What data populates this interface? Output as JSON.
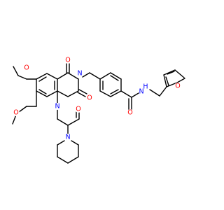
{
  "colors": {
    "carbon": "#000000",
    "oxygen": "#ff0000",
    "nitrogen": "#0000ff",
    "background": "#ffffff"
  },
  "labels": {
    "O_top_left_methoxy": "O",
    "O_bottom_left_methoxy": "O",
    "O_quinazoline_c4": "O",
    "O_quinazoline_c2": "O",
    "O_amide_acetyl": "O",
    "O_benzamide": "O",
    "O_furan": "O",
    "N_quinazoline_3": "N",
    "N_quinazoline_1": "N",
    "N_piperidine": "N",
    "NH_amide": "N",
    "H_amide": "H"
  }
}
